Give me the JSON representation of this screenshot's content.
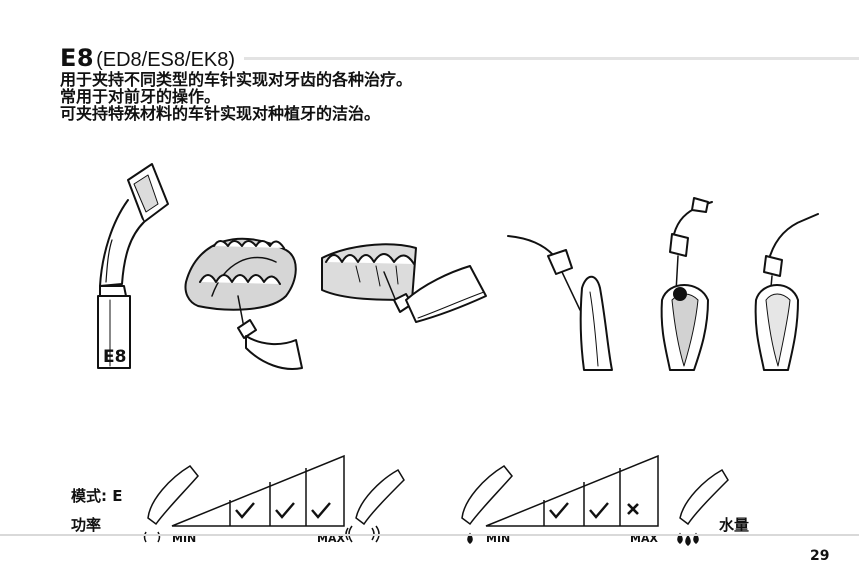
{
  "title": {
    "code": "E8",
    "variants": "(ED8/ES8/EK8)"
  },
  "description": [
    "用于夹持不同类型的车针实现对牙齿的各种治疗。",
    "常用于对前牙的操作。",
    "可夹持特殊材料的车针实现对种植牙的洁治。"
  ],
  "tip_label": "E8",
  "settings": {
    "mode_label": "模式: E",
    "power": {
      "label": "功率",
      "min_label": "MIN",
      "max_label": "MAX",
      "levels": [
        "check",
        "check",
        "check"
      ]
    },
    "water": {
      "label": "水量",
      "min_label": "MIN",
      "max_label": "MAX",
      "levels": [
        "check",
        "check",
        "cross"
      ]
    }
  },
  "page_number": "29"
}
